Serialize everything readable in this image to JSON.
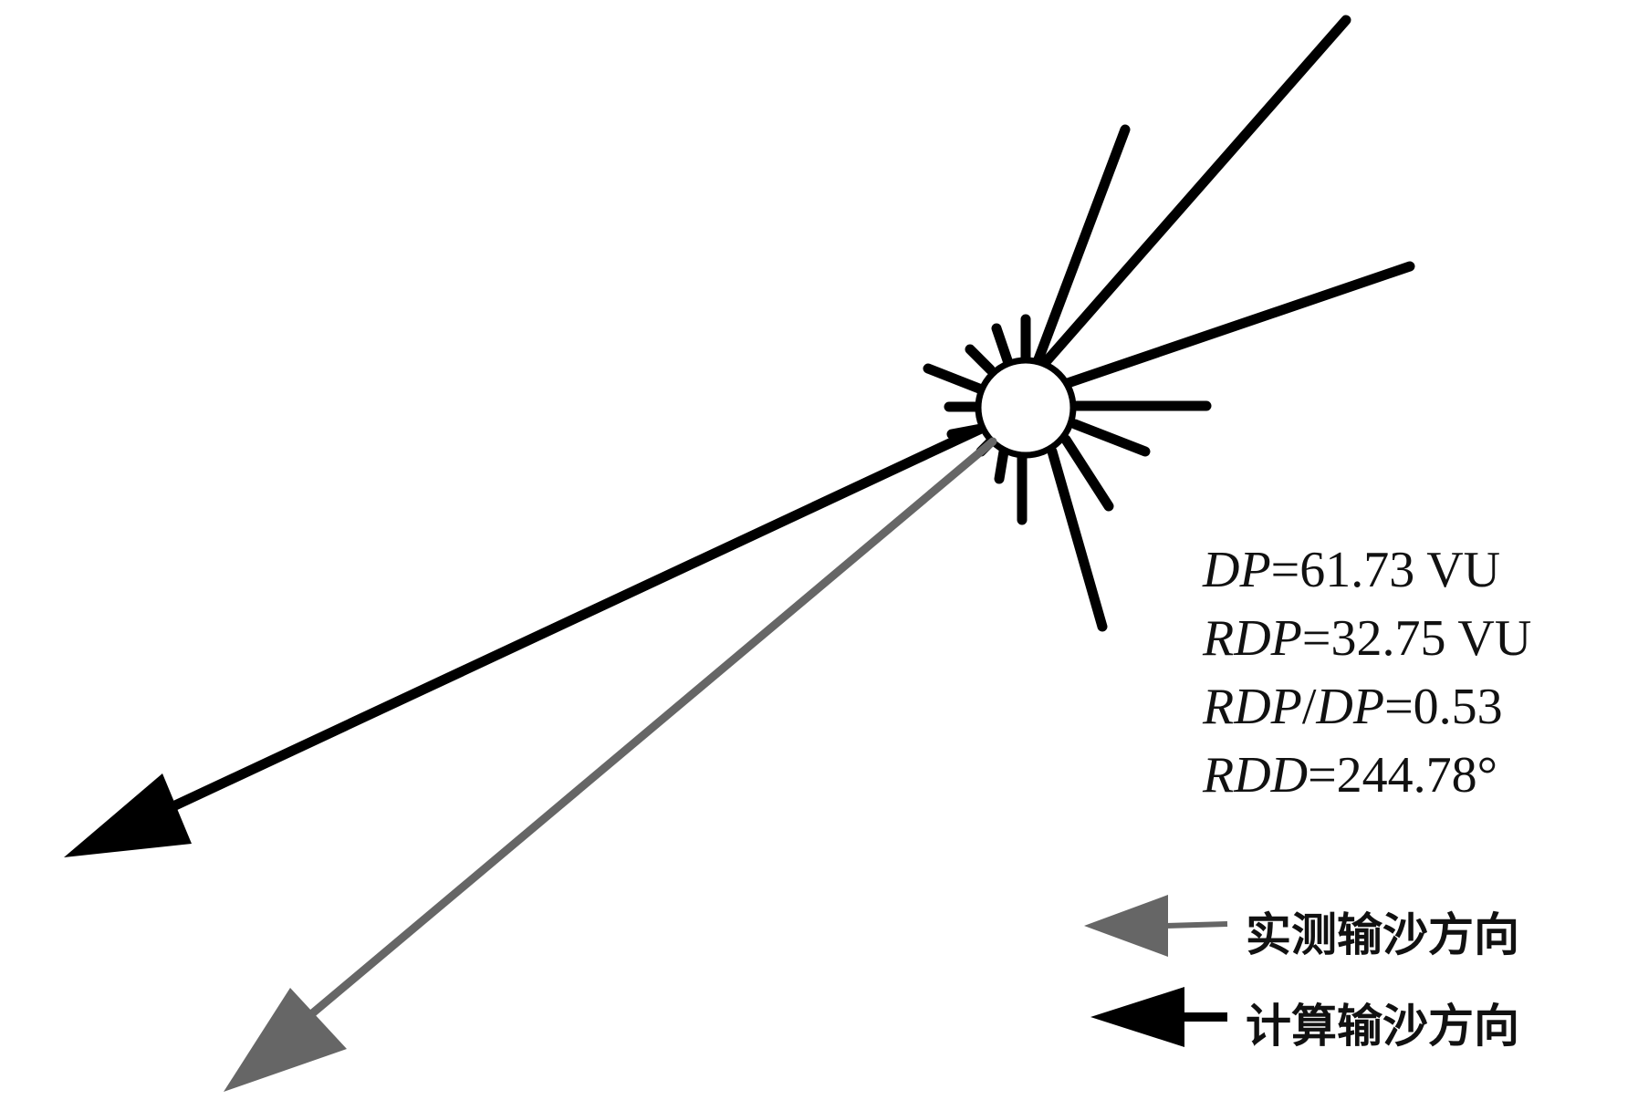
{
  "stats": {
    "dp": {
      "label": "DP",
      "value": "=61.73 VU"
    },
    "rdp": {
      "label": "RDP",
      "value": "=32.75 VU"
    },
    "ratio": {
      "label_a": "RDP",
      "sep": "/",
      "label_b": "DP",
      "value": "=0.53"
    },
    "rdd": {
      "label": "RDD",
      "value": "=244.78°"
    }
  },
  "legend": {
    "measured": {
      "label": "实测输沙方向",
      "color": "#666666"
    },
    "computed": {
      "label": "计算输沙方向",
      "color": "#000000"
    }
  },
  "rose": {
    "petal_color": "#000000",
    "petals": [
      {
        "direction": "NNE"
      },
      {
        "direction": "NE"
      },
      {
        "direction": "ENE"
      },
      {
        "direction": "E"
      },
      {
        "direction": "ESE"
      },
      {
        "direction": "SE"
      },
      {
        "direction": "SSE"
      },
      {
        "direction": "S"
      },
      {
        "direction": "SSW"
      },
      {
        "direction": "SW"
      },
      {
        "direction": "WSW"
      },
      {
        "direction": "W"
      },
      {
        "direction": "WNW"
      },
      {
        "direction": "NW"
      },
      {
        "direction": "NNW"
      },
      {
        "direction": "N"
      }
    ]
  }
}
